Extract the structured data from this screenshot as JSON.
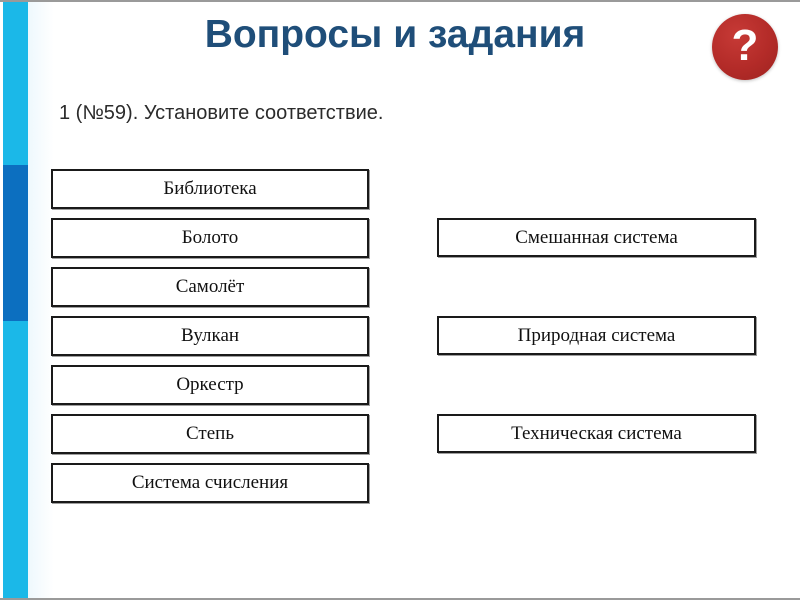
{
  "slide": {
    "title": "Вопросы и задания",
    "prompt": "1 (№59). Установите соответствие.",
    "badge": {
      "icon": "question-mark-icon",
      "glyph": "?",
      "color": "#b32b28"
    },
    "colors": {
      "title": "#1F4E79",
      "accent_light": "#1BB8E8",
      "accent_dark": "#0C6FC0",
      "badge_red": "#b32b28",
      "box_border": "#1a1a1a",
      "background": "#ffffff"
    }
  },
  "left_column": {
    "items": [
      {
        "label": "Библиотека"
      },
      {
        "label": "Болото"
      },
      {
        "label": "Самолёт"
      },
      {
        "label": "Вулкан"
      },
      {
        "label": "Оркестр"
      },
      {
        "label": "Степь"
      },
      {
        "label": "Система счисления"
      }
    ]
  },
  "right_column": {
    "items": [
      {
        "label": "Смешанная система"
      },
      {
        "label": "Природная система"
      },
      {
        "label": "Техническая система"
      }
    ]
  }
}
